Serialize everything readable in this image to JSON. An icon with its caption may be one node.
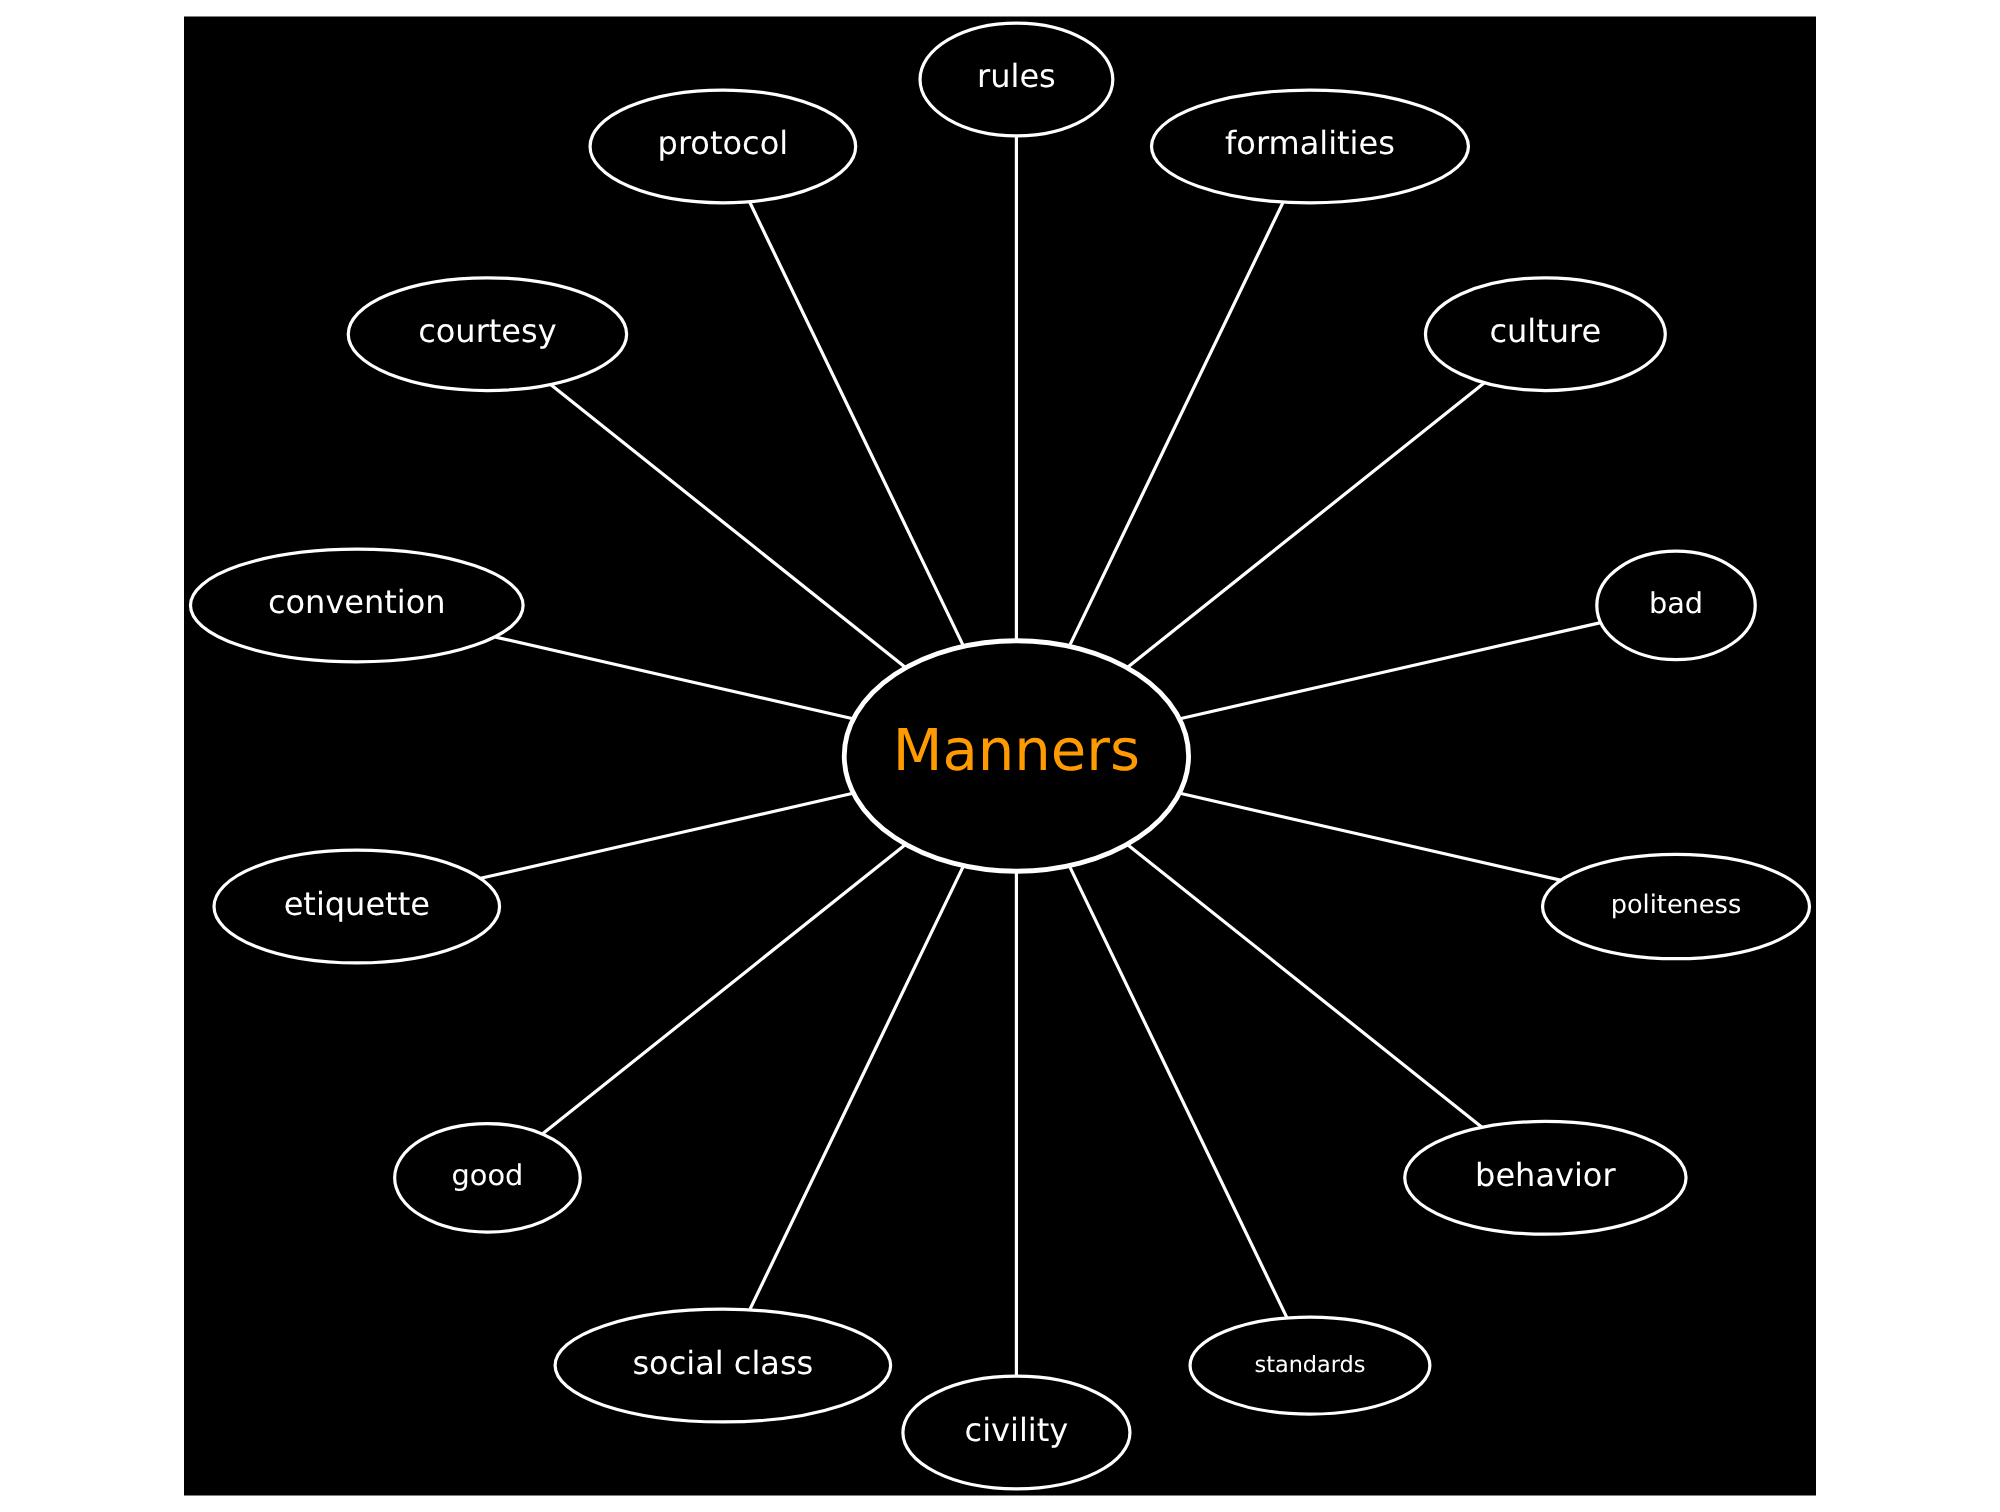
{
  "diagram": {
    "nodes": [
      {
        "text": [
          "Manners"
        ]
      },
      {
        "text": [
          "bad"
        ]
      },
      {
        "text": [
          "culture"
        ]
      },
      {
        "text": [
          "formalities"
        ]
      },
      {
        "text": [
          "rules"
        ]
      },
      {
        "text": [
          "protocol"
        ]
      },
      {
        "text": [
          "courtesy"
        ]
      },
      {
        "text": [
          "convention"
        ]
      },
      {
        "text": [
          "etiquette"
        ]
      },
      {
        "text": [
          "good"
        ]
      },
      {
        "text": [
          "social class"
        ]
      },
      {
        "text": [
          "civility"
        ]
      },
      {
        "text": [
          "standards"
        ]
      },
      {
        "text": [
          "behavior"
        ]
      },
      {
        "text": [
          "politeness"
        ]
      }
    ],
    "edges": [
      {
        "from": 0,
        "to": 1,
        "arrow": "none"
      },
      {
        "from": 0,
        "to": 2,
        "arrow": "none"
      },
      {
        "from": 0,
        "to": 3,
        "arrow": "none"
      },
      {
        "from": 0,
        "to": 4,
        "arrow": "none"
      },
      {
        "from": 0,
        "to": 5,
        "arrow": "none"
      },
      {
        "from": 0,
        "to": 6,
        "arrow": "none"
      },
      {
        "from": 0,
        "to": 7,
        "arrow": "none"
      },
      {
        "from": 0,
        "to": 8,
        "arrow": "none"
      },
      {
        "from": 0,
        "to": 9,
        "arrow": "none"
      },
      {
        "from": 0,
        "to": 10,
        "arrow": "none"
      },
      {
        "from": 0,
        "to": 11,
        "arrow": "none"
      },
      {
        "from": 0,
        "to": 12,
        "arrow": "none"
      },
      {
        "from": 0,
        "to": 13,
        "arrow": "none"
      },
      {
        "from": 0,
        "to": 14,
        "arrow": "none"
      }
    ]
  }
}
